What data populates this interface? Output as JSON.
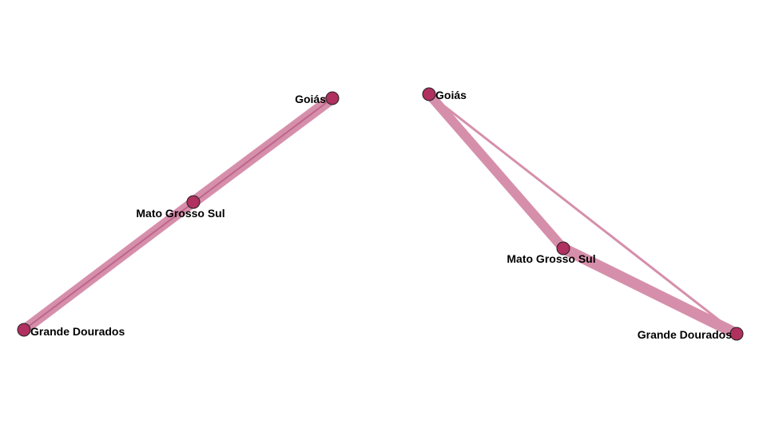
{
  "colors": {
    "edge": "#d68fab",
    "edge_inner": "#b5577f",
    "node_fill": "#b0305f",
    "node_stroke": "#222222",
    "label": "#000000"
  },
  "networks": [
    {
      "id": "left",
      "nodes": [
        {
          "id": "goias",
          "label": "Goiás"
        },
        {
          "id": "mato",
          "label": "Mato Grosso Sul"
        },
        {
          "id": "grande",
          "label": "Grande Dourados"
        }
      ],
      "edges": [
        {
          "from": "goias",
          "to": "mato",
          "weight": "strong"
        },
        {
          "from": "mato",
          "to": "grande",
          "weight": "strong"
        }
      ]
    },
    {
      "id": "right",
      "nodes": [
        {
          "id": "goias",
          "label": "Goiás"
        },
        {
          "id": "mato",
          "label": "Mato Grosso Sul"
        },
        {
          "id": "grande",
          "label": "Grande Dourados"
        }
      ],
      "edges": [
        {
          "from": "goias",
          "to": "mato",
          "weight": "strong"
        },
        {
          "from": "mato",
          "to": "grande",
          "weight": "strong"
        },
        {
          "from": "goias",
          "to": "grande",
          "weight": "weak"
        }
      ]
    }
  ]
}
